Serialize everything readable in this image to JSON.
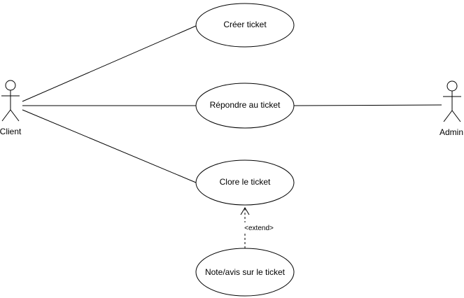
{
  "actors": {
    "client": {
      "label": "Client"
    },
    "admin": {
      "label": "Admin"
    }
  },
  "use_cases": {
    "creer": {
      "label": "Créer ticket"
    },
    "repondre": {
      "label": "Répondre au ticket"
    },
    "clore": {
      "label": "Clore le ticket"
    },
    "note": {
      "label": "Note/avis sur le ticket"
    }
  },
  "relations": {
    "extend": {
      "label": "<extend>"
    }
  }
}
